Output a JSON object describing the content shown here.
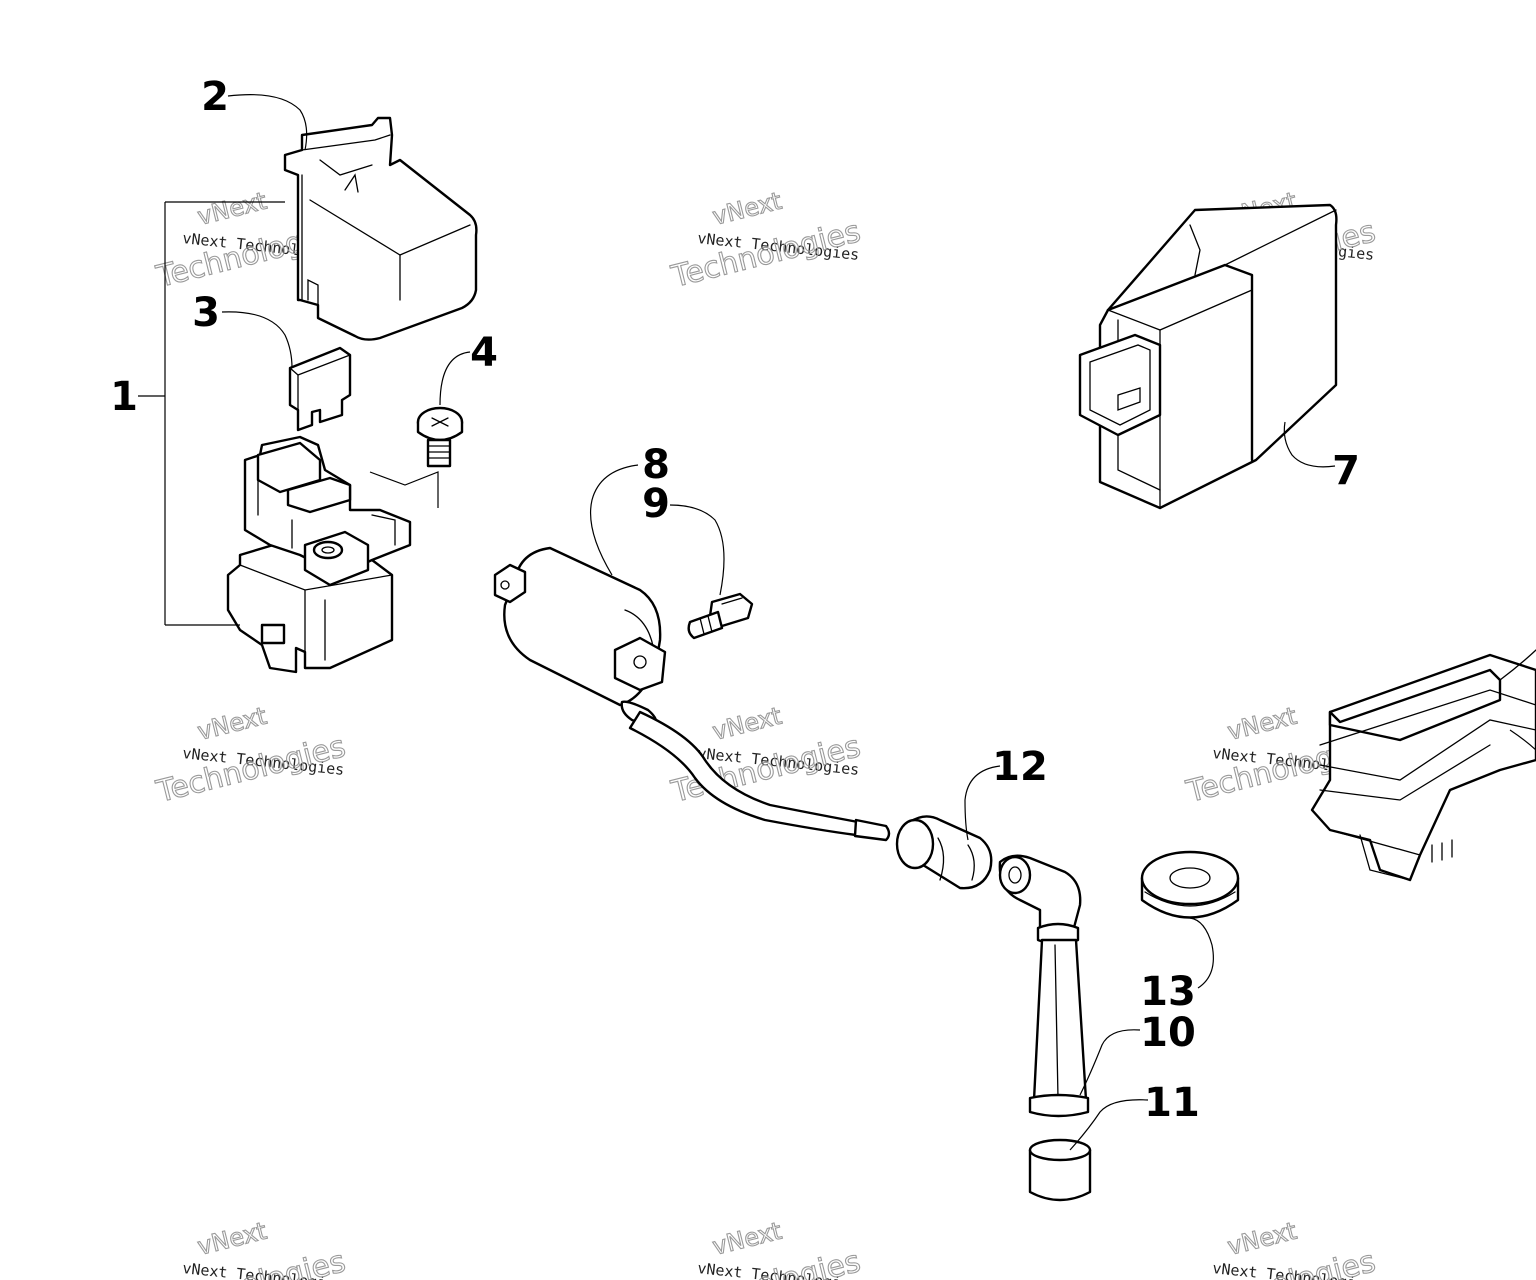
{
  "callouts": [
    "1",
    "2",
    "3",
    "4",
    "7",
    "8",
    "9",
    "10",
    "11",
    "12",
    "13"
  ],
  "watermark": {
    "line1": "vNext",
    "line2": "Technologies",
    "caption": "vNext Technologies"
  },
  "parts": [
    {
      "id": "starter-relay-assembly",
      "callout": "1"
    },
    {
      "id": "relay-cover",
      "callout": "2"
    },
    {
      "id": "fuse",
      "callout": "3"
    },
    {
      "id": "terminal-screw",
      "callout": "4"
    },
    {
      "id": "cdi-module",
      "callout": "7"
    },
    {
      "id": "ignition-coil",
      "callout": "8"
    },
    {
      "id": "coil-cap-screw",
      "callout": "9"
    },
    {
      "id": "spark-plug-cap",
      "callout": "10"
    },
    {
      "id": "plug-cap-cover",
      "callout": "11"
    },
    {
      "id": "wire-seal",
      "callout": "12"
    },
    {
      "id": "grommet",
      "callout": "13"
    },
    {
      "id": "voltage-regulator",
      "callout": ""
    }
  ]
}
